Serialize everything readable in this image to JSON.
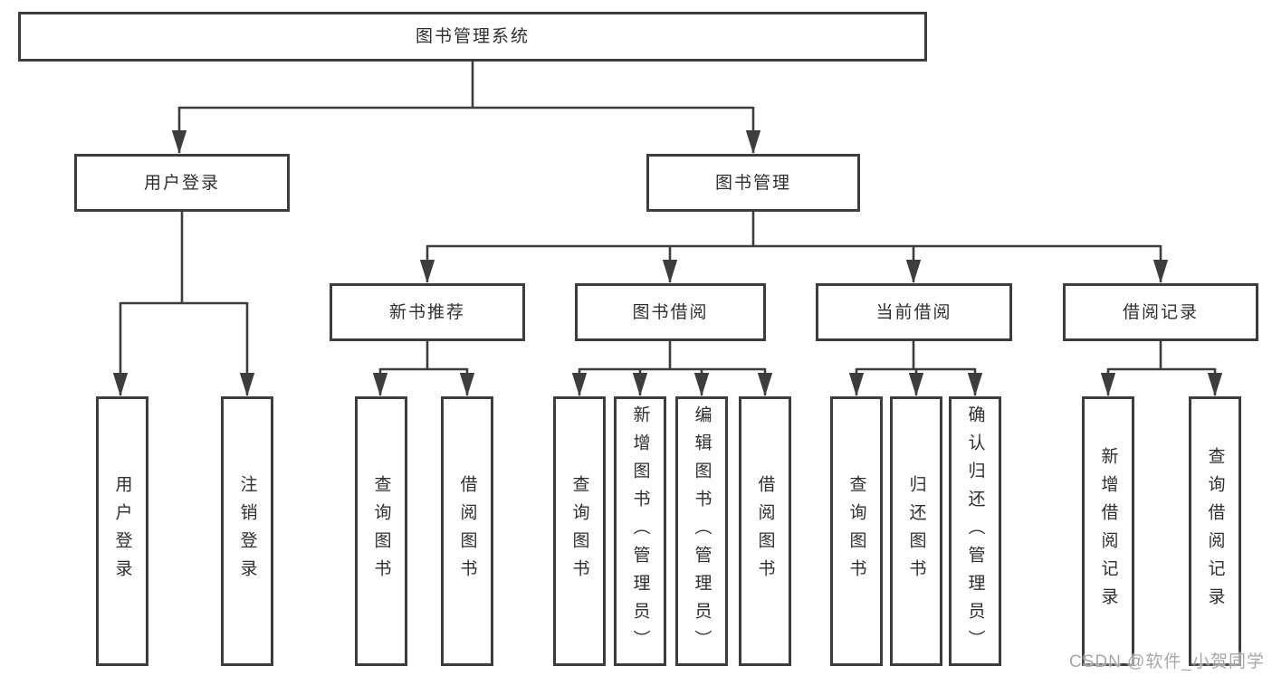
{
  "nodes": {
    "root": {
      "label": "图书管理系统"
    },
    "level2": [
      {
        "label": "用户登录"
      },
      {
        "label": "图书管理"
      }
    ],
    "level3": [
      {
        "label": "新书推荐"
      },
      {
        "label": "图书借阅"
      },
      {
        "label": "当前借阅"
      },
      {
        "label": "借阅记录"
      }
    ],
    "leaves": [
      {
        "label": "用户登录",
        "parent": "用户登录"
      },
      {
        "label": "注销登录",
        "parent": "用户登录"
      },
      {
        "label": "查询图书",
        "parent": "新书推荐"
      },
      {
        "label": "借阅图书",
        "parent": "新书推荐"
      },
      {
        "label": "查询图书",
        "parent": "图书借阅"
      },
      {
        "label": "新增图书（管理员）",
        "parent": "图书借阅"
      },
      {
        "label": "编辑图书（管理员）",
        "parent": "图书借阅"
      },
      {
        "label": "借阅图书",
        "parent": "图书借阅"
      },
      {
        "label": "查询图书",
        "parent": "当前借阅"
      },
      {
        "label": "归还图书",
        "parent": "当前借阅"
      },
      {
        "label": "确认归还（管理员）",
        "parent": "当前借阅"
      },
      {
        "label": "新增借阅记录",
        "parent": "借阅记录"
      },
      {
        "label": "查询借阅记录",
        "parent": "借阅记录"
      }
    ]
  },
  "watermark": {
    "text": "CSDN @软件_小贺同学"
  },
  "colors": {
    "line": "#3d3d3d",
    "text": "#2f2f2f",
    "background": "#ffffff",
    "watermark": "#949494"
  }
}
